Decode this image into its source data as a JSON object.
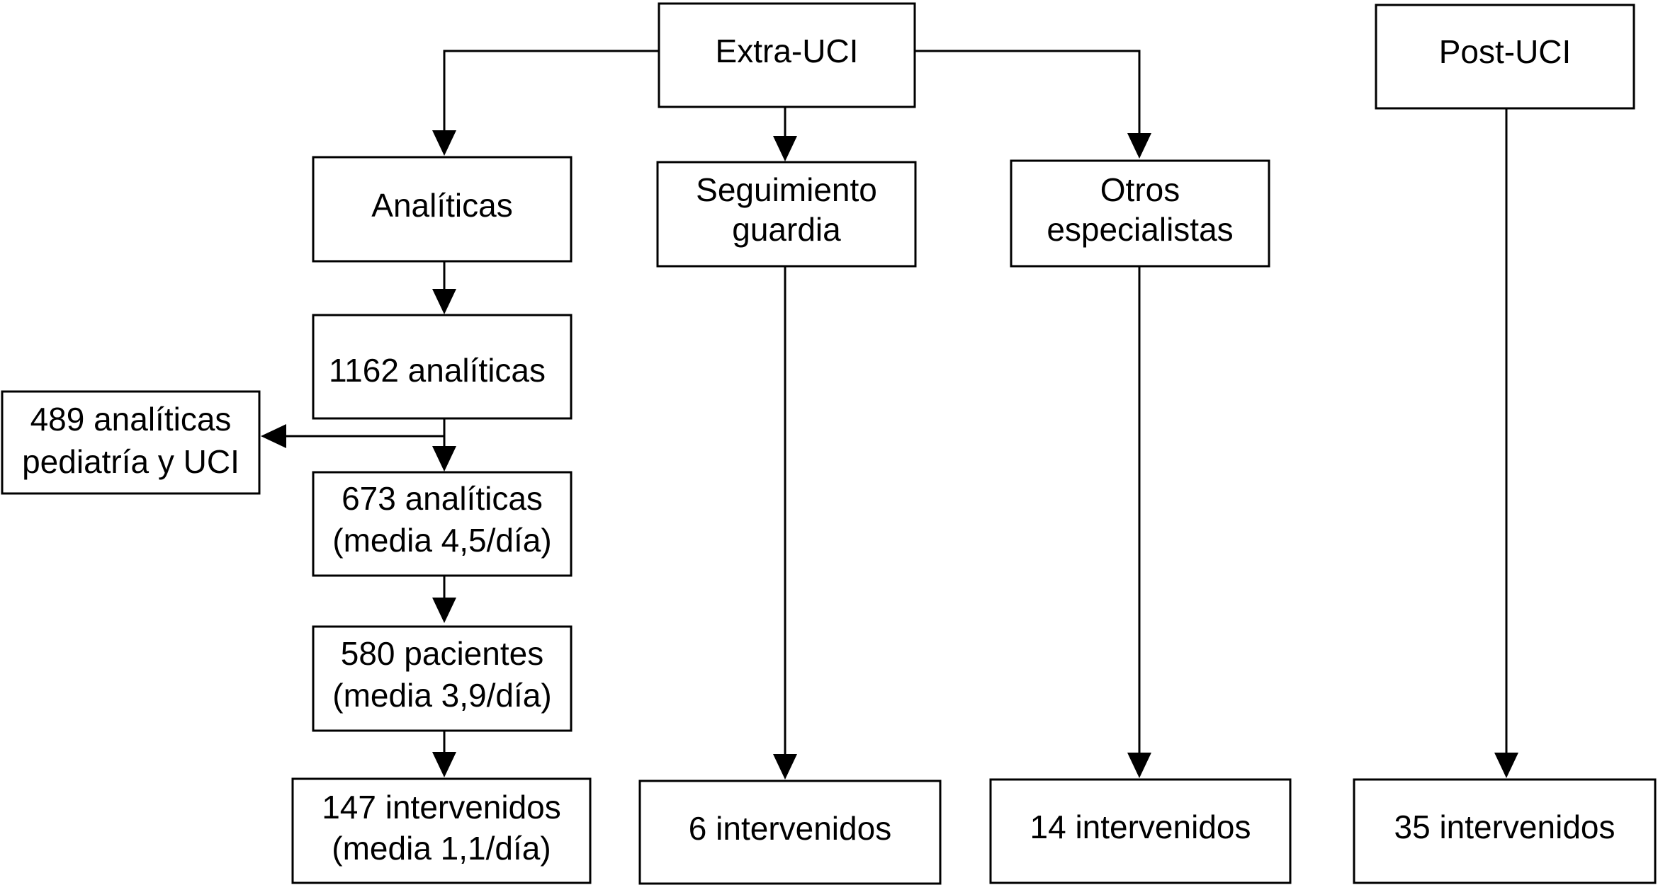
{
  "nodes": {
    "extra_uci": [
      "Extra-UCI"
    ],
    "post_uci": [
      "Post-UCI"
    ],
    "analiticas": [
      "Analíticas"
    ],
    "seguimiento": [
      "Seguimiento",
      "guardia"
    ],
    "otros": [
      "Otros",
      "especialistas"
    ],
    "total_analiticas": [
      "1162 analíticas"
    ],
    "excluidas": [
      "489 analíticas",
      "pediatría y UCI"
    ],
    "analiticas_673": [
      "673 analíticas",
      "(media 4,5/día)"
    ],
    "pacientes": [
      "580 pacientes",
      "(media 3,9/día)"
    ],
    "intervenidos_147": [
      "147 intervenidos",
      "(media 1,1/día)"
    ],
    "intervenidos_6": [
      "6 intervenidos"
    ],
    "intervenidos_14": [
      "14 intervenidos"
    ],
    "intervenidos_35": [
      "35 intervenidos"
    ]
  },
  "edges": [
    {
      "from": "extra_uci",
      "to": "analiticas"
    },
    {
      "from": "extra_uci",
      "to": "seguimiento"
    },
    {
      "from": "extra_uci",
      "to": "otros"
    },
    {
      "from": "analiticas",
      "to": "total_analiticas"
    },
    {
      "from": "total_analiticas",
      "to": "excluidas"
    },
    {
      "from": "total_analiticas",
      "to": "analiticas_673"
    },
    {
      "from": "analiticas_673",
      "to": "pacientes"
    },
    {
      "from": "pacientes",
      "to": "intervenidos_147"
    },
    {
      "from": "seguimiento",
      "to": "intervenidos_6"
    },
    {
      "from": "otros",
      "to": "intervenidos_14"
    },
    {
      "from": "post_uci",
      "to": "intervenidos_35"
    }
  ]
}
